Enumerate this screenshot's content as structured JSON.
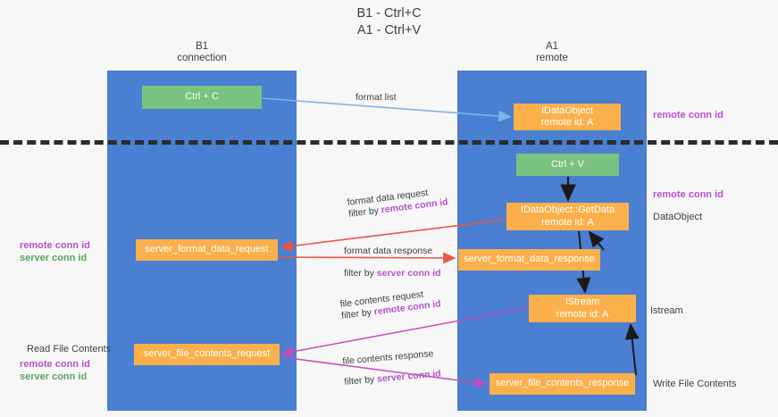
{
  "diagram": {
    "title_line1": "B1 - Ctrl+C",
    "title_line2": "A1 - Ctrl+V",
    "lanes": [
      {
        "name": "B1",
        "sub": "connection"
      },
      {
        "name": "A1",
        "sub": "remote"
      }
    ],
    "nodes": {
      "ctrl_c": {
        "label": "Ctrl + C",
        "color": "#7ac27f"
      },
      "idataobject": {
        "line1": "IDataObject",
        "line2": "remote id: A",
        "color": "#fbb04c"
      },
      "ctrl_v": {
        "label": "Ctrl + V",
        "color": "#7ac27f"
      },
      "getdata": {
        "line1": "IDataObject::GetData",
        "line2": "remote id: A",
        "color": "#fbb04c"
      },
      "server_format_data_request": {
        "label": "server_format_data_request",
        "color": "#fbb04c"
      },
      "server_format_data_response": {
        "label": "server_format_data_response",
        "color": "#fbb04c"
      },
      "istream": {
        "line1": "IStream",
        "line2": "remote id: A",
        "color": "#fbb04c"
      },
      "server_file_contents_request": {
        "label": "server_file_contents_request",
        "color": "#fbb04c"
      },
      "server_file_contents_response": {
        "label": "server_file_contents_response",
        "color": "#fbb04c"
      }
    },
    "edges": {
      "format_list": {
        "label": "format list"
      },
      "format_data_request": {
        "line1": "format data request",
        "filter_prefix": "filter by ",
        "filter_id": "remote conn id"
      },
      "format_data_response": {
        "line1": "format data response",
        "filter_prefix": "filter by ",
        "filter_id": "server conn id"
      },
      "file_contents_request": {
        "line1": "file contents request",
        "filter_prefix": "filter by ",
        "filter_id": "remote conn id"
      },
      "file_contents_response": {
        "line1": "file contents response",
        "filter_prefix": "filter by ",
        "filter_id": "server conn id"
      }
    },
    "annotations": {
      "remote_conn_id_top": "remote conn id",
      "remote_conn_id_mid": "remote conn id",
      "dataobject": "DataObject",
      "istream": "Istream",
      "write_file_contents": "Write File Contents",
      "read_file_contents": "Read File Contents",
      "left_remote_conn_id": "remote conn id",
      "left_server_conn_id": "server conn id",
      "left_remote_conn_id2": "remote conn id",
      "left_server_conn_id2": "server conn id"
    },
    "colors": {
      "lane": "#4a7fd1",
      "green_node": "#7ac27f",
      "orange_node": "#fbb04c",
      "purple_text": "#b653c8",
      "green_text": "#5aa35f",
      "arrow_blue": "#7fb3e8",
      "arrow_red": "#e8564a",
      "arrow_magenta": "#c64bc0",
      "arrow_dark": "#1a1a1a",
      "background": "#f7f7f7"
    }
  }
}
